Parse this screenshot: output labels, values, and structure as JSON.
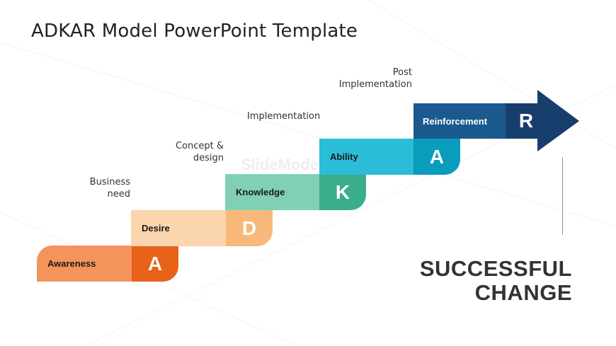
{
  "slide": {
    "title": "ADKAR Model PowerPoint Template",
    "watermark": "SlideModel",
    "outcome": {
      "line1": "SUCCESSFUL",
      "line2": "CHANGE"
    }
  },
  "annotations": [
    {
      "line1": "Business",
      "line2": "need"
    },
    {
      "line1": "Concept &",
      "line2": "design"
    },
    {
      "line1": "Implementation",
      "line2": ""
    },
    {
      "line1": "Post",
      "line2": "Implementation"
    }
  ],
  "steps": [
    {
      "label": "Awareness",
      "letter": "A",
      "bar_color": "#f4945a",
      "letter_color": "#e8621a"
    },
    {
      "label": "Desire",
      "letter": "D",
      "bar_color": "#fbd5ae",
      "letter_color": "#f7b87a"
    },
    {
      "label": "Knowledge",
      "letter": "K",
      "bar_color": "#7fd0b6",
      "letter_color": "#3aae8a"
    },
    {
      "label": "Ability",
      "letter": "A",
      "bar_color": "#2bbcd8",
      "letter_color": "#0a9cbc"
    },
    {
      "label": "Reinforcement",
      "letter": "R",
      "bar_color": "#1b5a8e",
      "letter_color": "#173e6c"
    }
  ]
}
